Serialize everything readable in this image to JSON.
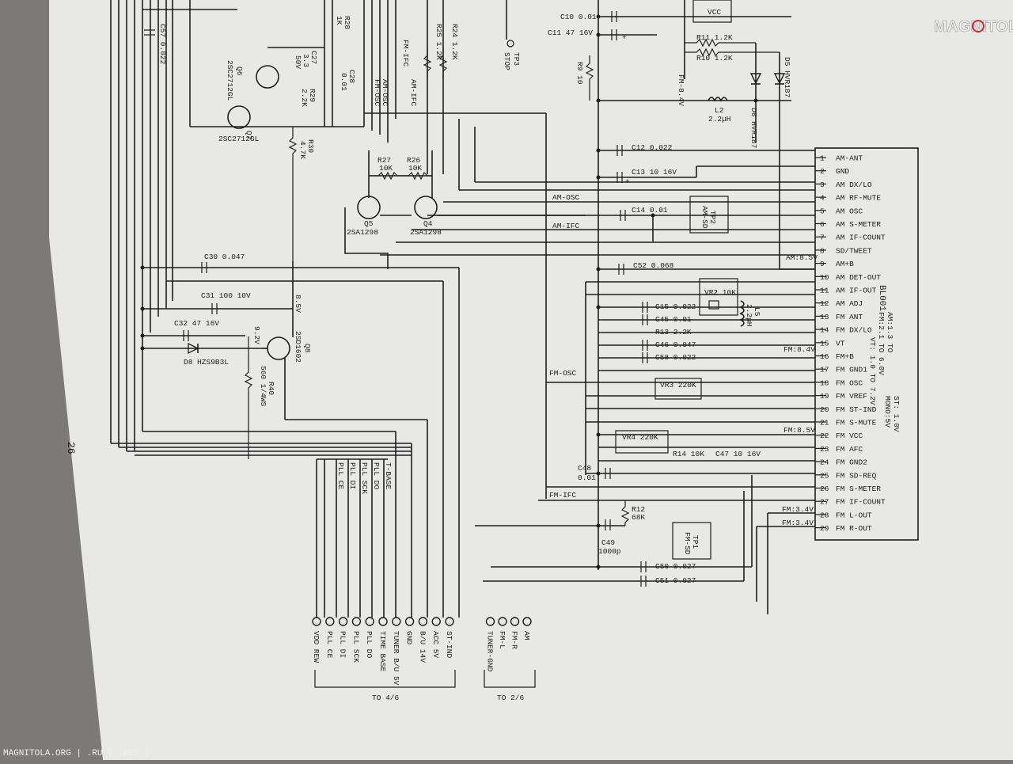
{
  "watermark": {
    "brand": "MAGNITOLA",
    "footer": "MAGNITOLA.ORG | .RU | .NET |"
  },
  "page": {
    "number": "26"
  },
  "ic": {
    "ref": "BL001",
    "notes": [
      "AM:1.3 TO",
      "FM:2.1 TO 6.0V",
      "VT: 1.0 TO 7.2V",
      "ST: 1.0V",
      "MONO:5V"
    ],
    "pins": [
      {
        "n": "1",
        "name": "AM-ANT"
      },
      {
        "n": "2",
        "name": "GND"
      },
      {
        "n": "3",
        "name": "AM DX/LO"
      },
      {
        "n": "4",
        "name": "AM RF-MUTE"
      },
      {
        "n": "5",
        "name": "AM OSC"
      },
      {
        "n": "6",
        "name": "AM S-METER"
      },
      {
        "n": "7",
        "name": "AM IF-COUNT"
      },
      {
        "n": "8",
        "name": "SD/TWEET"
      },
      {
        "n": "9",
        "name": "AM+B"
      },
      {
        "n": "10",
        "name": "AM DET-OUT"
      },
      {
        "n": "11",
        "name": "AM IF-OUT"
      },
      {
        "n": "12",
        "name": "AM ADJ"
      },
      {
        "n": "13",
        "name": "FM ANT"
      },
      {
        "n": "14",
        "name": "FM DX/LO"
      },
      {
        "n": "15",
        "name": "VT"
      },
      {
        "n": "16",
        "name": "FM+B"
      },
      {
        "n": "17",
        "name": "FM GND1"
      },
      {
        "n": "18",
        "name": "FM OSC"
      },
      {
        "n": "19",
        "name": "FM VREF"
      },
      {
        "n": "20",
        "name": "FM ST-IND"
      },
      {
        "n": "21",
        "name": "FM S-MUTE"
      },
      {
        "n": "22",
        "name": "FM VCC"
      },
      {
        "n": "23",
        "name": "FM AFC"
      },
      {
        "n": "24",
        "name": "FM GND2"
      },
      {
        "n": "25",
        "name": "FM SD-REQ"
      },
      {
        "n": "26",
        "name": "FM S-METER"
      },
      {
        "n": "27",
        "name": "FM IF-COUNT"
      },
      {
        "n": "28",
        "name": "FM L-OUT"
      },
      {
        "n": "29",
        "name": "FM R-OUT"
      }
    ]
  },
  "supplies": {
    "am_b": "AM:8.5V",
    "fm_b": "FM:8.4V",
    "fm_vcc": "FM:8.5V",
    "fm_l": "FM:3.4V",
    "fm_r": "FM:3.4V",
    "fm84": "FM:8.4V"
  },
  "components": {
    "c10": "C10 0.01",
    "c11": "C11 47 16V",
    "vcc": "VCC",
    "r11": "R11 1.2K",
    "r10": "R10 1.2K",
    "d5": "D5 HVR187",
    "d6": "D6 HVR187",
    "l2a": "L2",
    "l2b": "2.2µH",
    "r9": "R9 10",
    "tp3a": "TP3",
    "tp3b": "STOP",
    "c12": "C12 0.022",
    "c13": "C13 10 16V",
    "c14": "C14 0.01",
    "tp2a": "TP2",
    "tp2b": "AM-SD",
    "c52": "C52 0.068",
    "vr2": "VR2 10K",
    "l5a": "L5",
    "l5b": "2.2µH",
    "c15": "C15 0.022",
    "c45": "C45 0.01",
    "r13": "R13 2.2K",
    "c46": "C46 0.047",
    "c58": "C58 0.022",
    "vr3": "VR3 220K",
    "vr4": "VR4 220K",
    "r14": "R14 10K",
    "c47": "C47 10 16V",
    "c48a": "C48",
    "c48b": "0.01",
    "r12a": "R12",
    "r12b": "68K",
    "c49a": "C49",
    "c49b": "1000p",
    "tp1a": "TP1",
    "tp1b": "FM-SD",
    "c50": "C50 0.027",
    "c51": "C51 0.027",
    "r27": "R27",
    "r27v": "10K",
    "r26": "R26",
    "r26v": "10K",
    "q5": "Q5",
    "q5t": "2SA1298",
    "q4": "Q4",
    "q4t": "2SA1298",
    "c30": "C30 0.047",
    "c31": "C31 100 10V",
    "c32": "C32 47 16V",
    "d8": "D8 HZS9B3L",
    "q8": "Q8",
    "q8t": "2SD1602",
    "r40": "R40",
    "r40v": "560 1/4WS",
    "v85": "8.5V",
    "v92": "9.2V",
    "c57": "C57 0.022",
    "r28": "R28",
    "r28v": "1K",
    "r25": "R25 1.2K",
    "r24": "R24 1.2K",
    "q6": "Q6",
    "q6t": "2SC2712GL",
    "q7": "Q7",
    "q7t": "2SC2712GL",
    "c27": "C27",
    "c27v": "3.3",
    "c27w": "50V",
    "c28": "C28",
    "c28v": "0.01",
    "r29": "R29",
    "r29v": "2.2K",
    "r30": "R30",
    "r30v": "4.7K"
  },
  "nets": {
    "am_osc": "AM-OSC",
    "am_ifc": "AM-IFC",
    "fm_osc": "FM-OSC",
    "fm_ifc": "FM-IFC",
    "v_am_osc": "AM-OSC",
    "v_am_ifc": "AM-IFC",
    "v_fm_ifc": "FM-IFC",
    "v_fm_osc": "FM-OSC",
    "v_fm84": "FM-8.4V"
  },
  "bus": {
    "labels": [
      "T-BASE",
      "PLL DO",
      "PLL SCK",
      "PLL DI",
      "PLL CE"
    ]
  },
  "connectors": {
    "left": [
      "ST-IND",
      "ACC 5V",
      "B/U 14V",
      "GND",
      "TUNER B/U 5V",
      "TIME BASE",
      "PLL DO",
      "PLL SCK",
      "PLL DI",
      "PLL CE",
      "VDD REW"
    ],
    "right": [
      "AM",
      "FM-R",
      "FM-L",
      "TUNER-GND"
    ],
    "left_dest": "TO 4/6",
    "right_dest": "TO 2/6"
  }
}
